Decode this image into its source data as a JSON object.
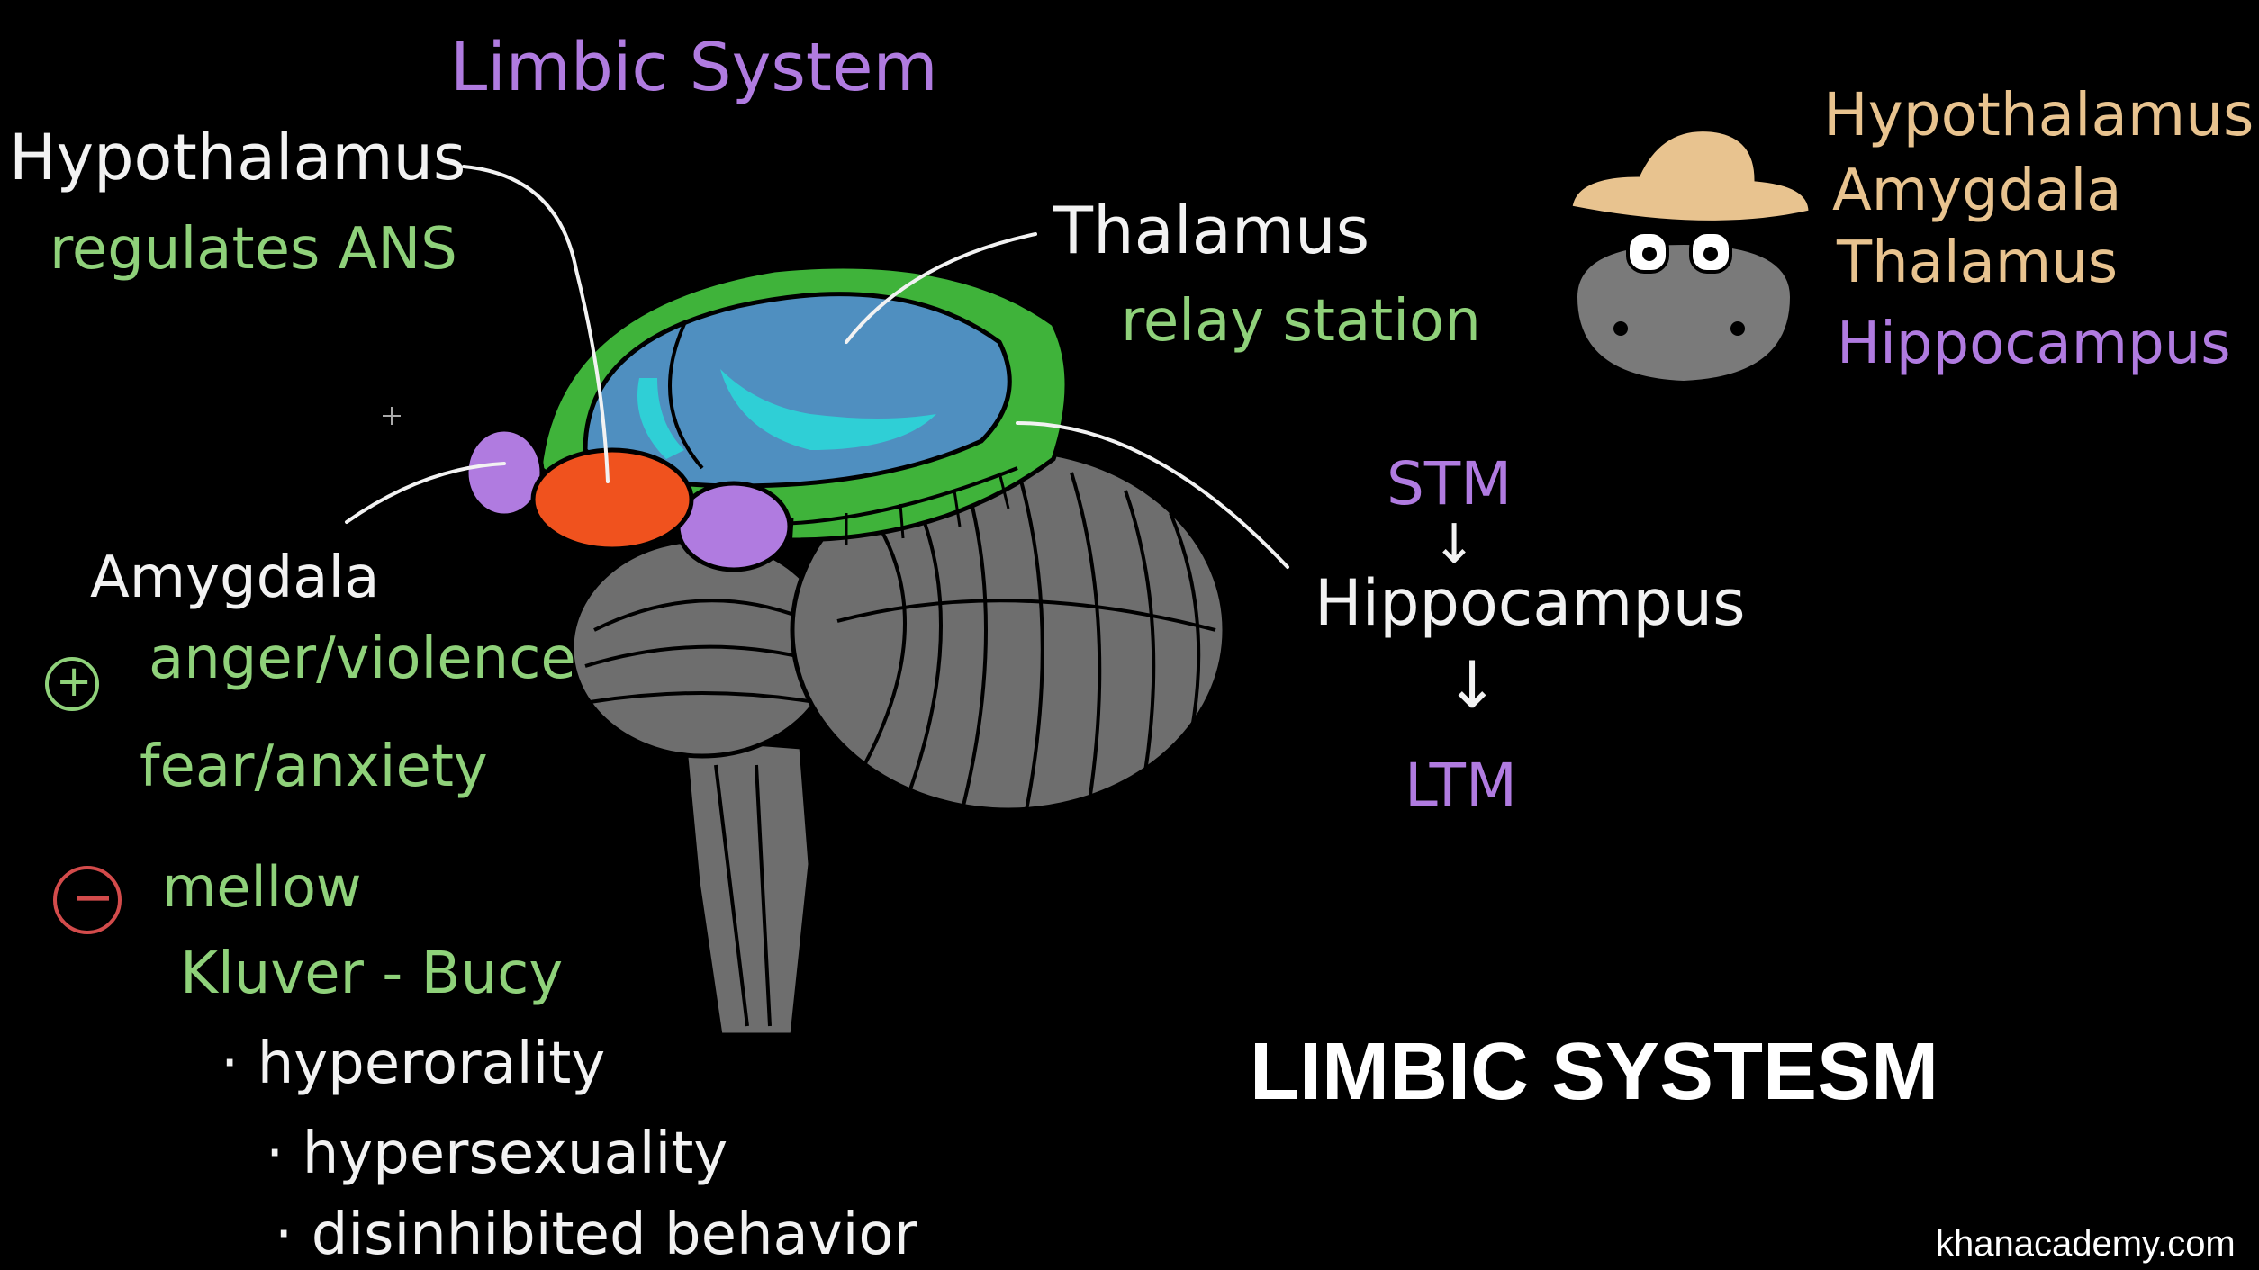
{
  "title": "Limbic System",
  "left_notes": {
    "hypothalamus": "Hypothalamus",
    "hypothalamus_fn": "regulates ANS",
    "amygdala": "Amygdala",
    "plus_symbol": "+",
    "anger": "anger/violence",
    "fear": "fear/anxiety",
    "minus_symbol": "−",
    "mellow": "mellow",
    "kluver": "Kluver - Bucy",
    "bullets": [
      "· hyperorality",
      "· hypersexuality",
      "· disinhibited behavior"
    ]
  },
  "thalamus_note": {
    "label": "Thalamus",
    "fn": "relay station"
  },
  "memory_flow": {
    "stm": "STM",
    "arrow1": "↓",
    "hippocampus": "Hippocampus",
    "arrow2": "↓",
    "ltm": "LTM"
  },
  "mnemonic": {
    "words": [
      "Hypothalamus",
      "Amygdala",
      "Thalamus",
      "Hippocampus"
    ],
    "icon": "hippo-with-hat-icon"
  },
  "caption": "LIMBIC SYSTESM",
  "watermark": "khanacademy.com",
  "colors": {
    "background": "#000000",
    "green": "#8fd17a",
    "purple": "#b07be0",
    "tan": "#e8c38f",
    "red": "#d34b4b",
    "thalamus_blue": "#4f8fc0",
    "cyan": "#2fcfd6",
    "limbic_green": "#3fb33a",
    "amygdala_orange": "#f0521e",
    "brainstem_gray": "#6e6e6e"
  }
}
